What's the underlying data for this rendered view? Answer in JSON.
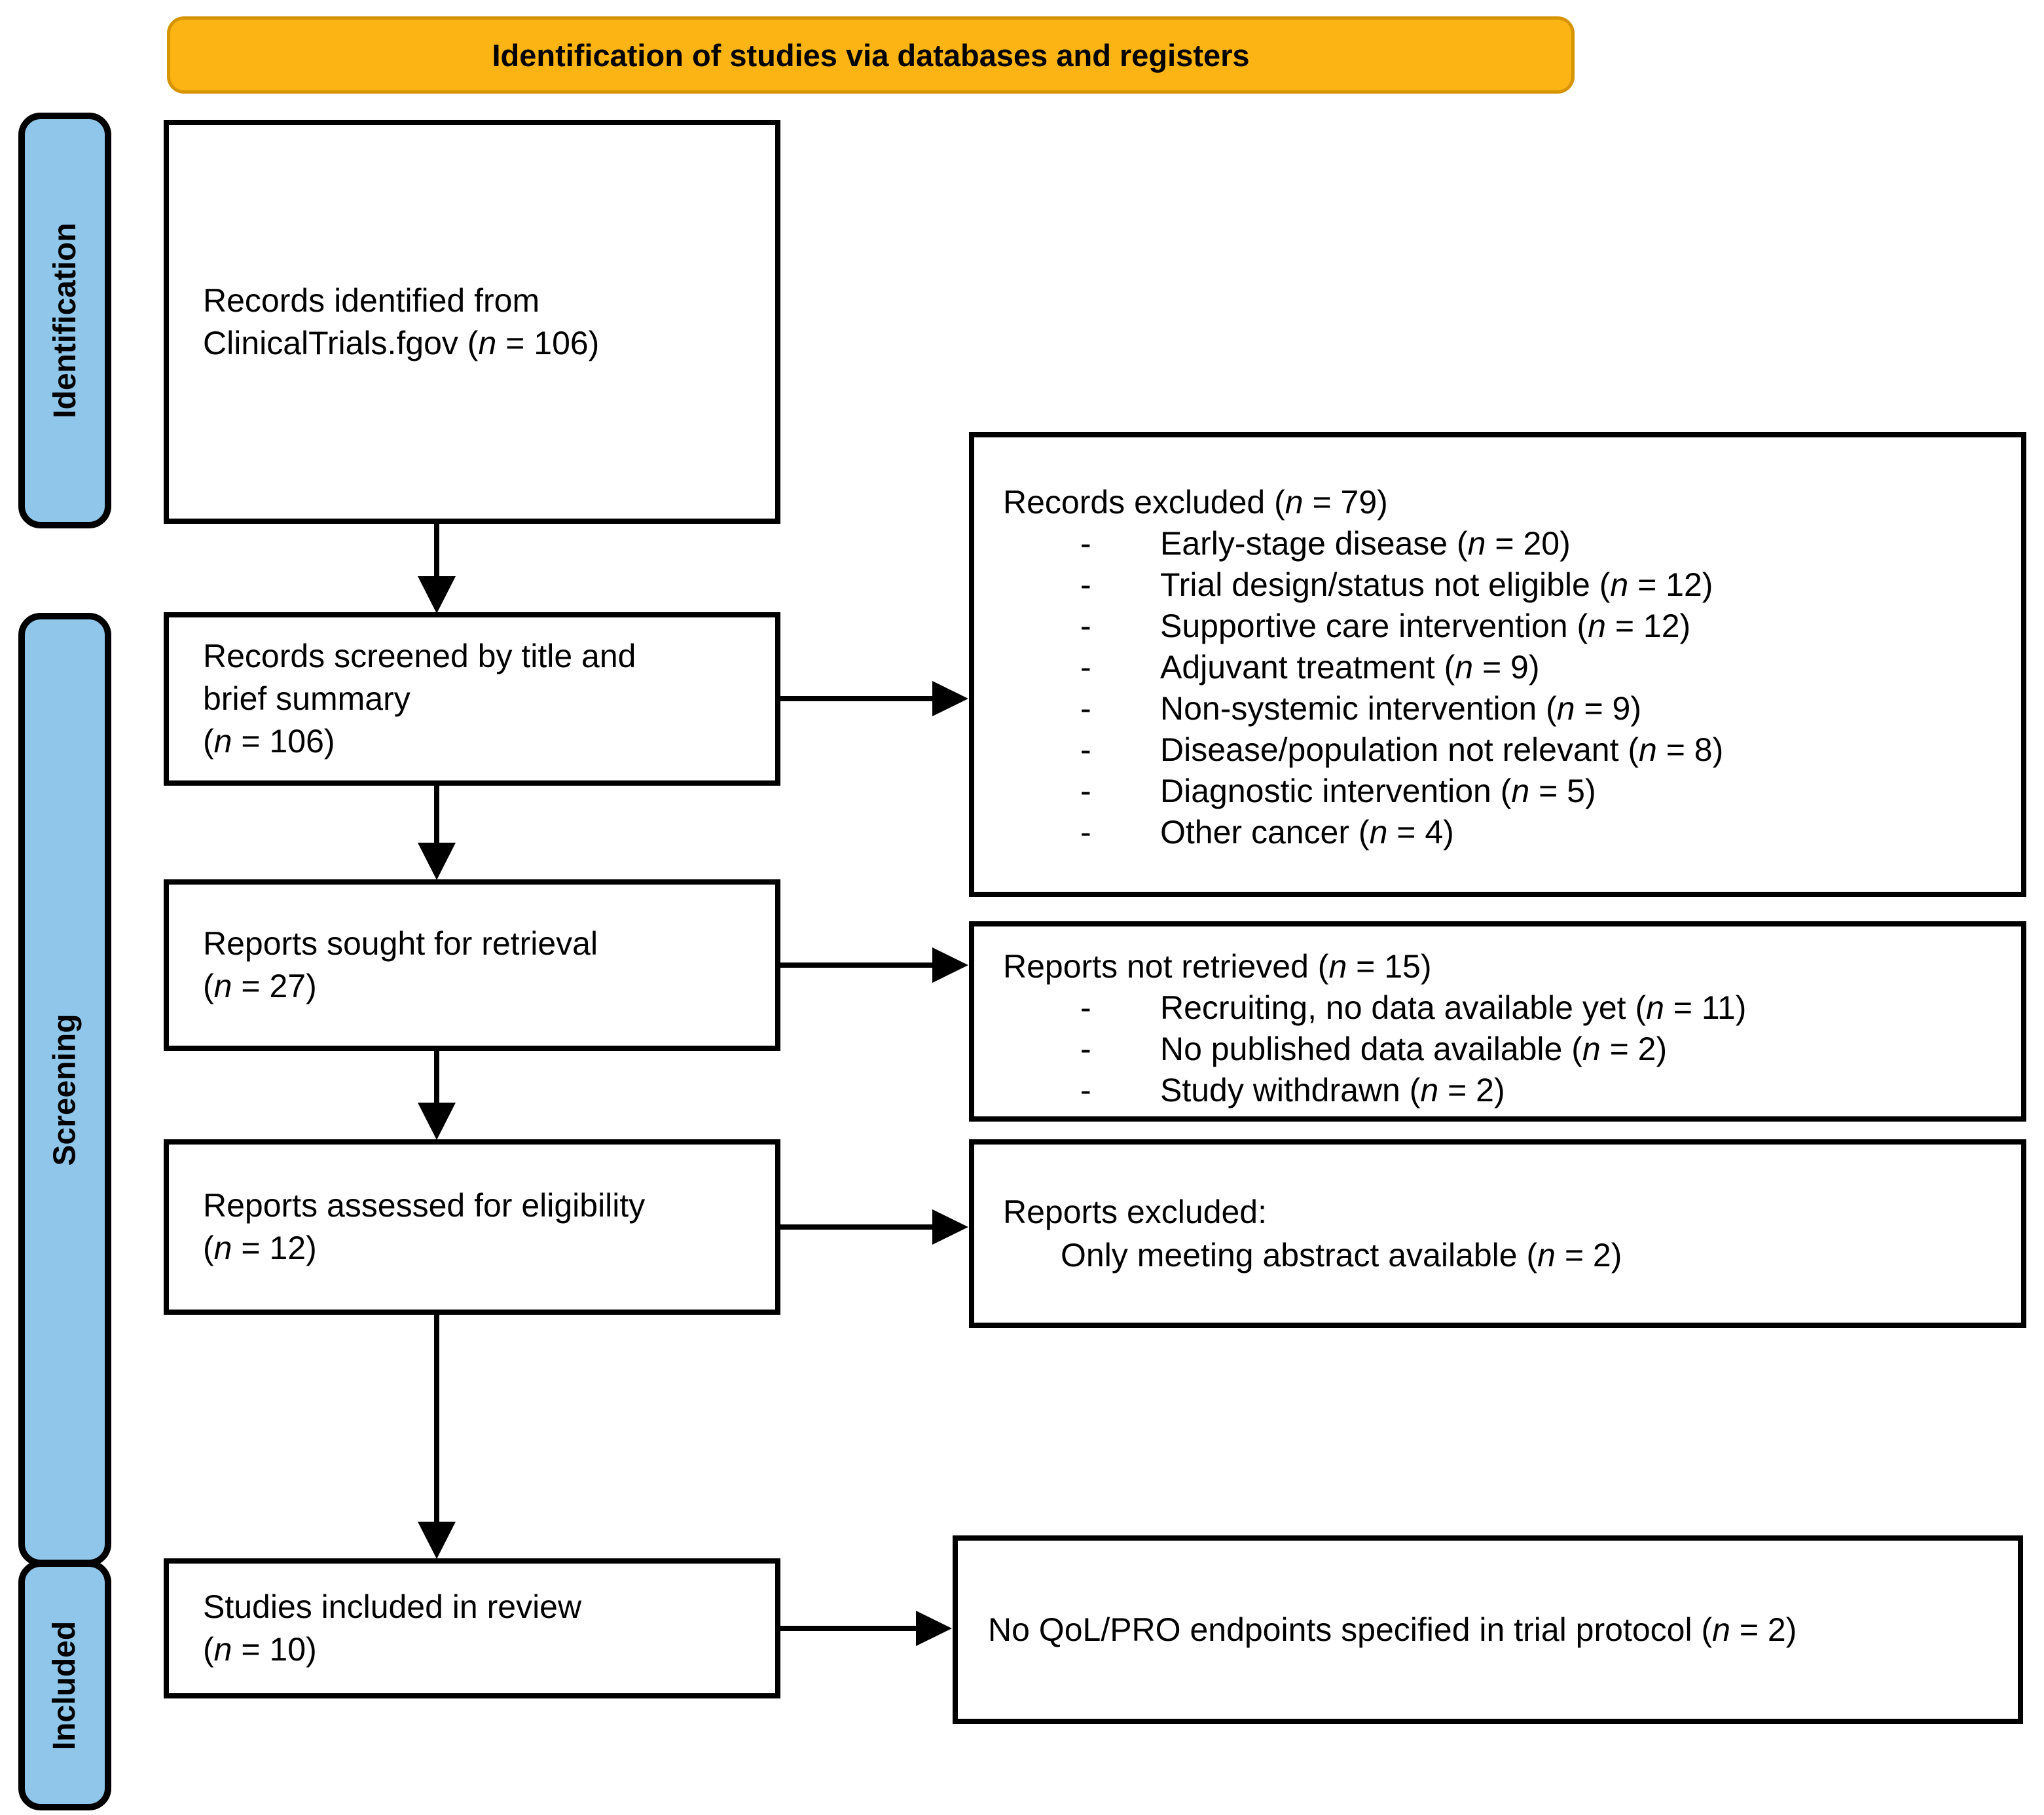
{
  "header": {
    "title": "Identification of studies via databases and registers"
  },
  "sidebar": {
    "identification": "Identification",
    "screening": "Screening",
    "included": "Included"
  },
  "boxes": {
    "identified": {
      "text": "Records identified from\nClinicalTrials.fgov (n = 106)"
    },
    "screened": {
      "text": "Records screened by title and\nbrief summary\n(n = 106)"
    },
    "sought": {
      "text": "Reports sought for retrieval\n(n = 27)"
    },
    "assessed": {
      "text": "Reports assessed for eligibility\n(n = 12)"
    },
    "included_review": {
      "text": "Studies included in review\n(n = 10)"
    }
  },
  "right_boxes": {
    "records_excluded": {
      "title": "Records excluded (n = 79)",
      "items": [
        "Early-stage disease (n = 20)",
        "Trial design/status not eligible (n = 12)",
        "Supportive care intervention (n = 12)",
        "Adjuvant treatment (n = 9)",
        "Non-systemic intervention (n = 9)",
        "Disease/population not relevant (n = 8)",
        "Diagnostic intervention (n = 5)",
        "Other cancer (n = 4)"
      ]
    },
    "reports_not_retrieved": {
      "title": "Reports not retrieved (n = 15)",
      "items": [
        "Recruiting, no data available yet (n = 11)",
        "No published data available (n = 2)",
        "Study withdrawn (n = 2)"
      ]
    },
    "reports_excluded": {
      "title": "Reports excluded:",
      "subline": "Only meeting abstract available (n = 2)"
    },
    "no_qol_pro": {
      "text": "No QoL/PRO endpoints specified in trial protocol (n = 2)"
    }
  },
  "bullets": {
    "dash": "-"
  },
  "colors": {
    "header_fill": "#FBB414",
    "header_border": "#D69500",
    "stage_fill": "#8FC6EA",
    "box_border": "#000000",
    "text": "#000000"
  }
}
